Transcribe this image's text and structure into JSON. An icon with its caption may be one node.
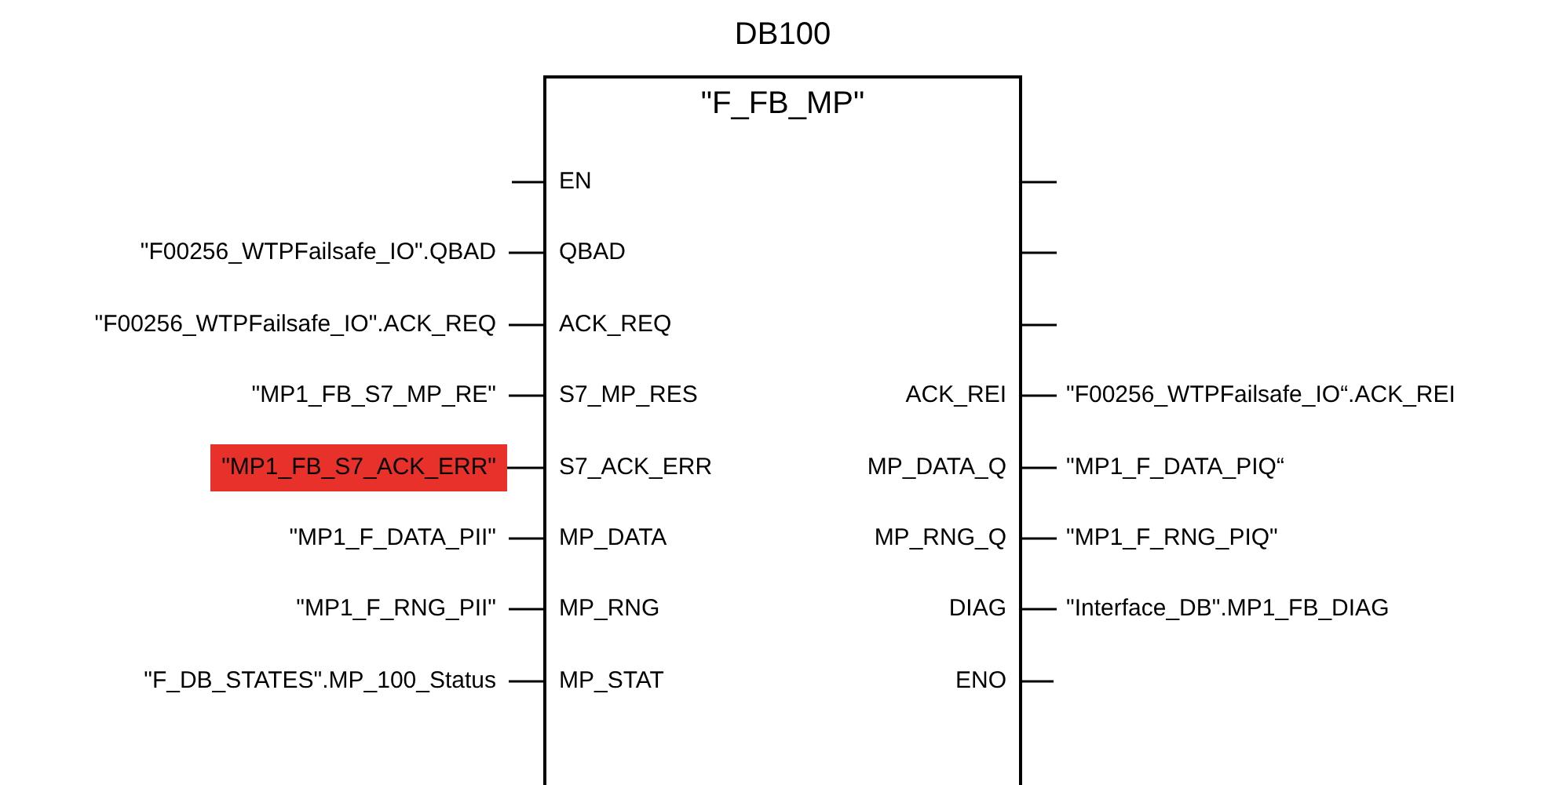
{
  "diagram": {
    "nodes": [
      {
        "text": [
          "DB100",
          "\"F_FB_MP\""
        ]
      },
      {
        "text": [
          "EN"
        ],
        "in": 0
      },
      {
        "text": [
          "\"F00256_WTPFailsafe_IO\".QBAD"
        ]
      },
      {
        "text": [
          "QBAD"
        ],
        "in": 0
      },
      {
        "text": [
          "\"F00256_WTPFailsafe_IO\".ACK_REQ"
        ]
      },
      {
        "text": [
          "ACK_REQ"
        ],
        "in": 0
      },
      {
        "text": [
          "\"MP1_FB_S7_MP_RE\""
        ]
      },
      {
        "text": [
          "S7_MP_RES"
        ],
        "in": 0
      },
      {
        "text": [
          "ACK_REI"
        ],
        "in": 0
      },
      {
        "text": [
          "\"F00256_WTPFailsafe_IO“.ACK_REI"
        ]
      },
      {
        "text": [
          "\"MP1_FB_S7_ACK_ERR\""
        ]
      },
      {
        "text": [
          "S7_ACK_ERR"
        ],
        "in": 0
      },
      {
        "text": [
          "MP_DATA_Q"
        ],
        "in": 0
      },
      {
        "text": [
          "\"MP1_F_DATA_PIQ“"
        ]
      },
      {
        "text": [
          "\"MP1_F_DATA_PII\""
        ]
      },
      {
        "text": [
          "MP_DATA"
        ],
        "in": 0
      },
      {
        "text": [
          "MP_RNG_Q"
        ],
        "in": 0
      },
      {
        "text": [
          "\"MP1_F_RNG_PIQ\""
        ]
      },
      {
        "text": [
          "\"MP1_F_RNG_PII\""
        ]
      },
      {
        "text": [
          "MP_RNG"
        ],
        "in": 0
      },
      {
        "text": [
          "DIAG"
        ],
        "in": 0
      },
      {
        "text": [
          "\"Interface_DB\".MP1_FB_DIAG"
        ]
      },
      {
        "text": [
          "\"F_DB_STATES\".MP_100_Status"
        ]
      },
      {
        "text": [
          "MP_STAT"
        ],
        "in": 0
      },
      {
        "text": [
          "ENO"
        ],
        "in": 0
      }
    ],
    "edges": [
      {
        "from": null,
        "to": 1,
        "arrow": "none"
      },
      {
        "from": 2,
        "to": 3,
        "arrow": "none"
      },
      {
        "from": 0,
        "to": null,
        "arrow": "none"
      },
      {
        "from": 4,
        "to": 5,
        "arrow": "none"
      },
      {
        "from": 0,
        "to": null,
        "arrow": "none"
      },
      {
        "from": 6,
        "to": 7,
        "arrow": "none"
      },
      {
        "from": 0,
        "to": null,
        "arrow": "none"
      },
      {
        "from": 8,
        "to": 9,
        "arrow": "none"
      },
      {
        "from": 10,
        "to": 11,
        "arrow": "none"
      },
      {
        "from": 12,
        "to": 13,
        "arrow": "none"
      },
      {
        "from": 14,
        "to": 15,
        "arrow": "none"
      },
      {
        "from": 16,
        "to": 17,
        "arrow": "none"
      },
      {
        "from": 18,
        "to": 19,
        "arrow": "none"
      },
      {
        "from": 20,
        "to": 21,
        "arrow": "none"
      },
      {
        "from": 22,
        "to": 23,
        "arrow": "none"
      },
      {
        "from": 24,
        "to": null,
        "arrow": "none"
      }
    ]
  }
}
